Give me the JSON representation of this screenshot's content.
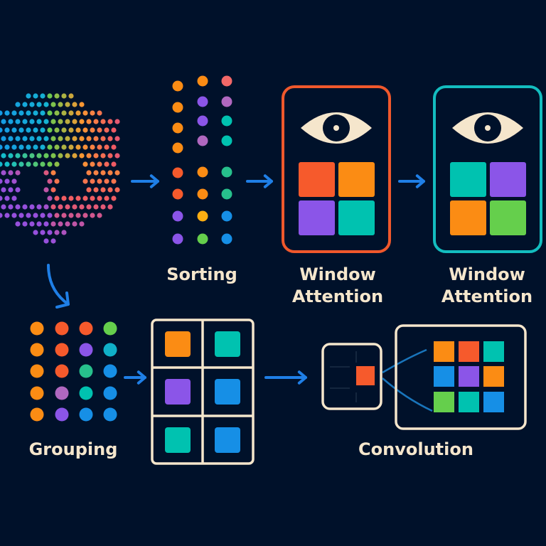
{
  "labels": {
    "sorting": "Sorting",
    "window_attention_1_line1": "Window",
    "window_attention_1_line2": "Attention",
    "window_attention_2_line1": "Window",
    "window_attention_2_line2": "Attention",
    "grouping": "Grouping",
    "convolution": "Convolution"
  },
  "colors": {
    "background": "#00112a",
    "text": "#f5e6cc",
    "arrow": "#1f7fe6",
    "orange": "#fb8c14",
    "red_orange": "#f65a2c",
    "purple": "#8b55e8",
    "teal": "#00c2b0",
    "green": "#65cf4c",
    "blue": "#168fe6",
    "frame_orange": "#f0582c",
    "frame_teal": "#13bdbf",
    "frame_cream": "#f5e6cc"
  },
  "sorting_columns": [
    [
      "orange",
      "orange",
      "orange",
      "orange",
      "red_orange",
      "red_orange",
      "purple",
      "purple"
    ],
    [
      "orange",
      "purple",
      "purple",
      "mauve",
      "orange",
      "orange",
      "yellow",
      "green"
    ],
    [
      "salmon",
      "mauve",
      "teal",
      "teal",
      "seagreen",
      "seagreen",
      "blue",
      "blue"
    ]
  ],
  "window_attention_1_grid": [
    "red_orange",
    "orange",
    "purple",
    "teal"
  ],
  "window_attention_2_grid": [
    "teal",
    "purple",
    "orange",
    "green"
  ],
  "grouping_rows": [
    [
      "orange",
      "red_orange",
      "red_orange",
      "green"
    ],
    [
      "orange",
      "red_orange",
      "purple",
      "cyan"
    ],
    [
      "orange",
      "red_orange",
      "seagreen",
      "blue"
    ],
    [
      "orange",
      "mauve",
      "teal",
      "blue"
    ],
    [
      "orange",
      "purple",
      "blue",
      "blue"
    ]
  ],
  "group_table_cells": [
    "orange",
    "teal",
    "purple",
    "blue",
    "teal",
    "blue"
  ],
  "convolution_kernel": [
    "orange",
    "red_orange",
    "teal",
    "blue",
    "purple",
    "orange",
    "green",
    "teal",
    "blue"
  ]
}
